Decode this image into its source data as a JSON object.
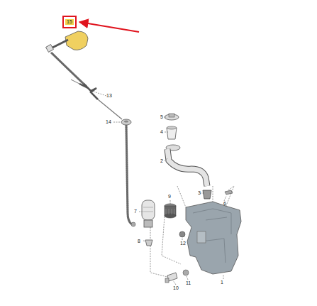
{
  "diagram": {
    "nodes": [
      {
        "text": [
          "15"
        ]
      }
    ],
    "edges": [],
    "labels": [
      "13",
      "14",
      "5",
      "4",
      "2",
      "3",
      "6",
      "9",
      "7",
      "8",
      "12",
      "1",
      "10",
      "11"
    ]
  }
}
